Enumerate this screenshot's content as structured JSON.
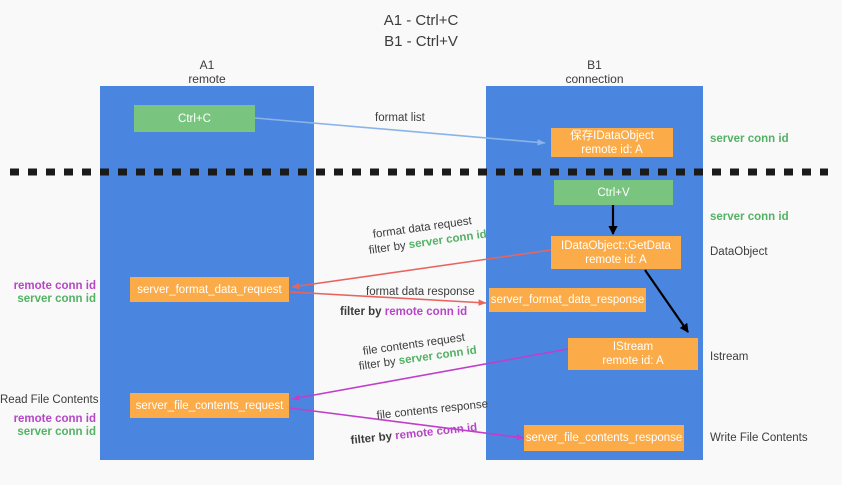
{
  "title": {
    "line1": "A1 - Ctrl+C",
    "line2": "B1 - Ctrl+V"
  },
  "lanes": [
    {
      "name": "A1",
      "sub": "remote"
    },
    {
      "name": "B1",
      "sub": "connection"
    }
  ],
  "boxes": {
    "ctrl_c": "Ctrl+C",
    "save_idataobject": "保存IDataObject\nremote id: A",
    "ctrl_v": "Ctrl+V",
    "getdata": "IDataObject::GetData\nremote id: A",
    "format_data_request": "server_format_data_request",
    "format_data_response": "server_format_data_response",
    "istream": "IStream\nremote id: A",
    "file_contents_request": "server_file_contents_request",
    "file_contents_response": "server_file_contents_response"
  },
  "arrow_labels": {
    "format_list": "format list",
    "format_data_request": "format data request",
    "format_data_request_filter_prefix": "filter by ",
    "format_data_request_filter_value": "server conn id",
    "format_data_response": "format data response",
    "format_data_response_filter_prefix": "filter by ",
    "format_data_response_filter_value": "remote conn id",
    "file_contents_request": "file contents request",
    "file_contents_request_filter_prefix": "filter by ",
    "file_contents_request_filter_value": "server conn id",
    "file_contents_response": "file contents response",
    "file_contents_response_filter_prefix": "filter by ",
    "file_contents_response_filter_value": "remote conn id"
  },
  "right_annotations": {
    "server_conn_id_top": "server conn id",
    "server_conn_id_mid": "server conn id",
    "dataobject": "DataObject",
    "istream": "Istream",
    "write_file_contents": "Write File Contents"
  },
  "left_annotations": {
    "format_remote_conn_id": "remote conn id",
    "format_server_conn_id": "server conn id",
    "read_file_contents": "Read File Contents",
    "file_remote_conn_id": "remote conn id",
    "file_server_conn_id": "server conn id"
  },
  "colors": {
    "lane_blue": "#4a86e0",
    "box_green": "#79c47f",
    "box_orange": "#fbab48",
    "arrow_blue": "#8ab4e8",
    "arrow_red": "#e8655f",
    "arrow_purple": "#c13ecb",
    "arrow_black": "#000000",
    "text_green": "#53b265",
    "text_purple": "#b646c6",
    "background": "#f9f9f9"
  }
}
